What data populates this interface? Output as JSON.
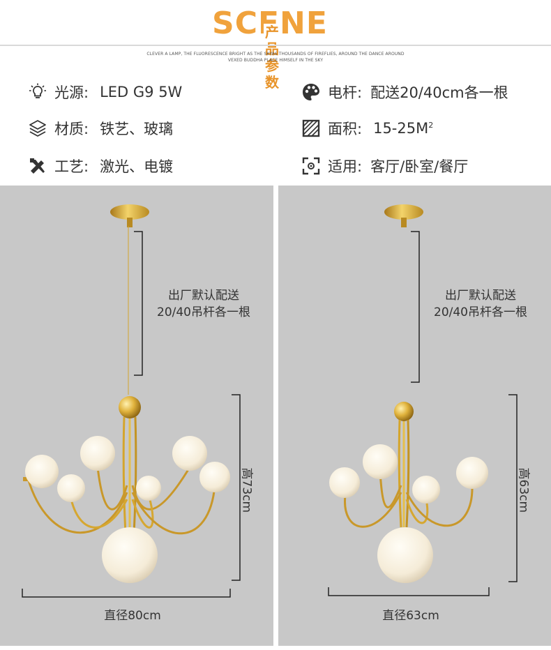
{
  "header": {
    "brand_word": "SCENE",
    "brand_subtitle": "产品参数",
    "tagline_line1": "CLEVER A LAMP, THE FLUORESCENCE BRIGHT AS THE SKYAS THOUSANDS OF FIREFLIES, AROUND THE DANCE AROUND",
    "tagline_line2": "VEXED BUDDHA PLACE HIMSELF IN THE SKY",
    "accent_color": "#f0a23c"
  },
  "specs": {
    "left": [
      {
        "icon": "lightbulb-icon",
        "label": "光源:",
        "value": "LED G9 5W"
      },
      {
        "icon": "layers-icon",
        "label": "材质:",
        "value": "铁艺、玻璃"
      },
      {
        "icon": "tools-icon",
        "label": "工艺:",
        "value": "激光、电镀"
      }
    ],
    "right": [
      {
        "icon": "palette-icon",
        "label": "电杆:",
        "value": "配送20/40cm各一根"
      },
      {
        "icon": "area-icon",
        "label": "面积:",
        "value": "15-25M",
        "sup": "2"
      },
      {
        "icon": "focus-icon",
        "label": "适用:",
        "value": "客厅/卧室/餐厅"
      }
    ]
  },
  "panels": [
    {
      "note_line1": "出厂默认配送",
      "note_line2": "20/40吊杆各一根",
      "height_label": "高73cm",
      "diameter_label": "直径80cm",
      "background": "#c8c8c8",
      "metal_color": "#d4a52c",
      "glass_color": "#f6efe0"
    },
    {
      "note_line1": "出厂默认配送",
      "note_line2": "20/40吊杆各一根",
      "height_label": "高63cm",
      "diameter_label": "直径63cm",
      "background": "#c8c8c8",
      "metal_color": "#d4a52c",
      "glass_color": "#f6efe0"
    }
  ]
}
